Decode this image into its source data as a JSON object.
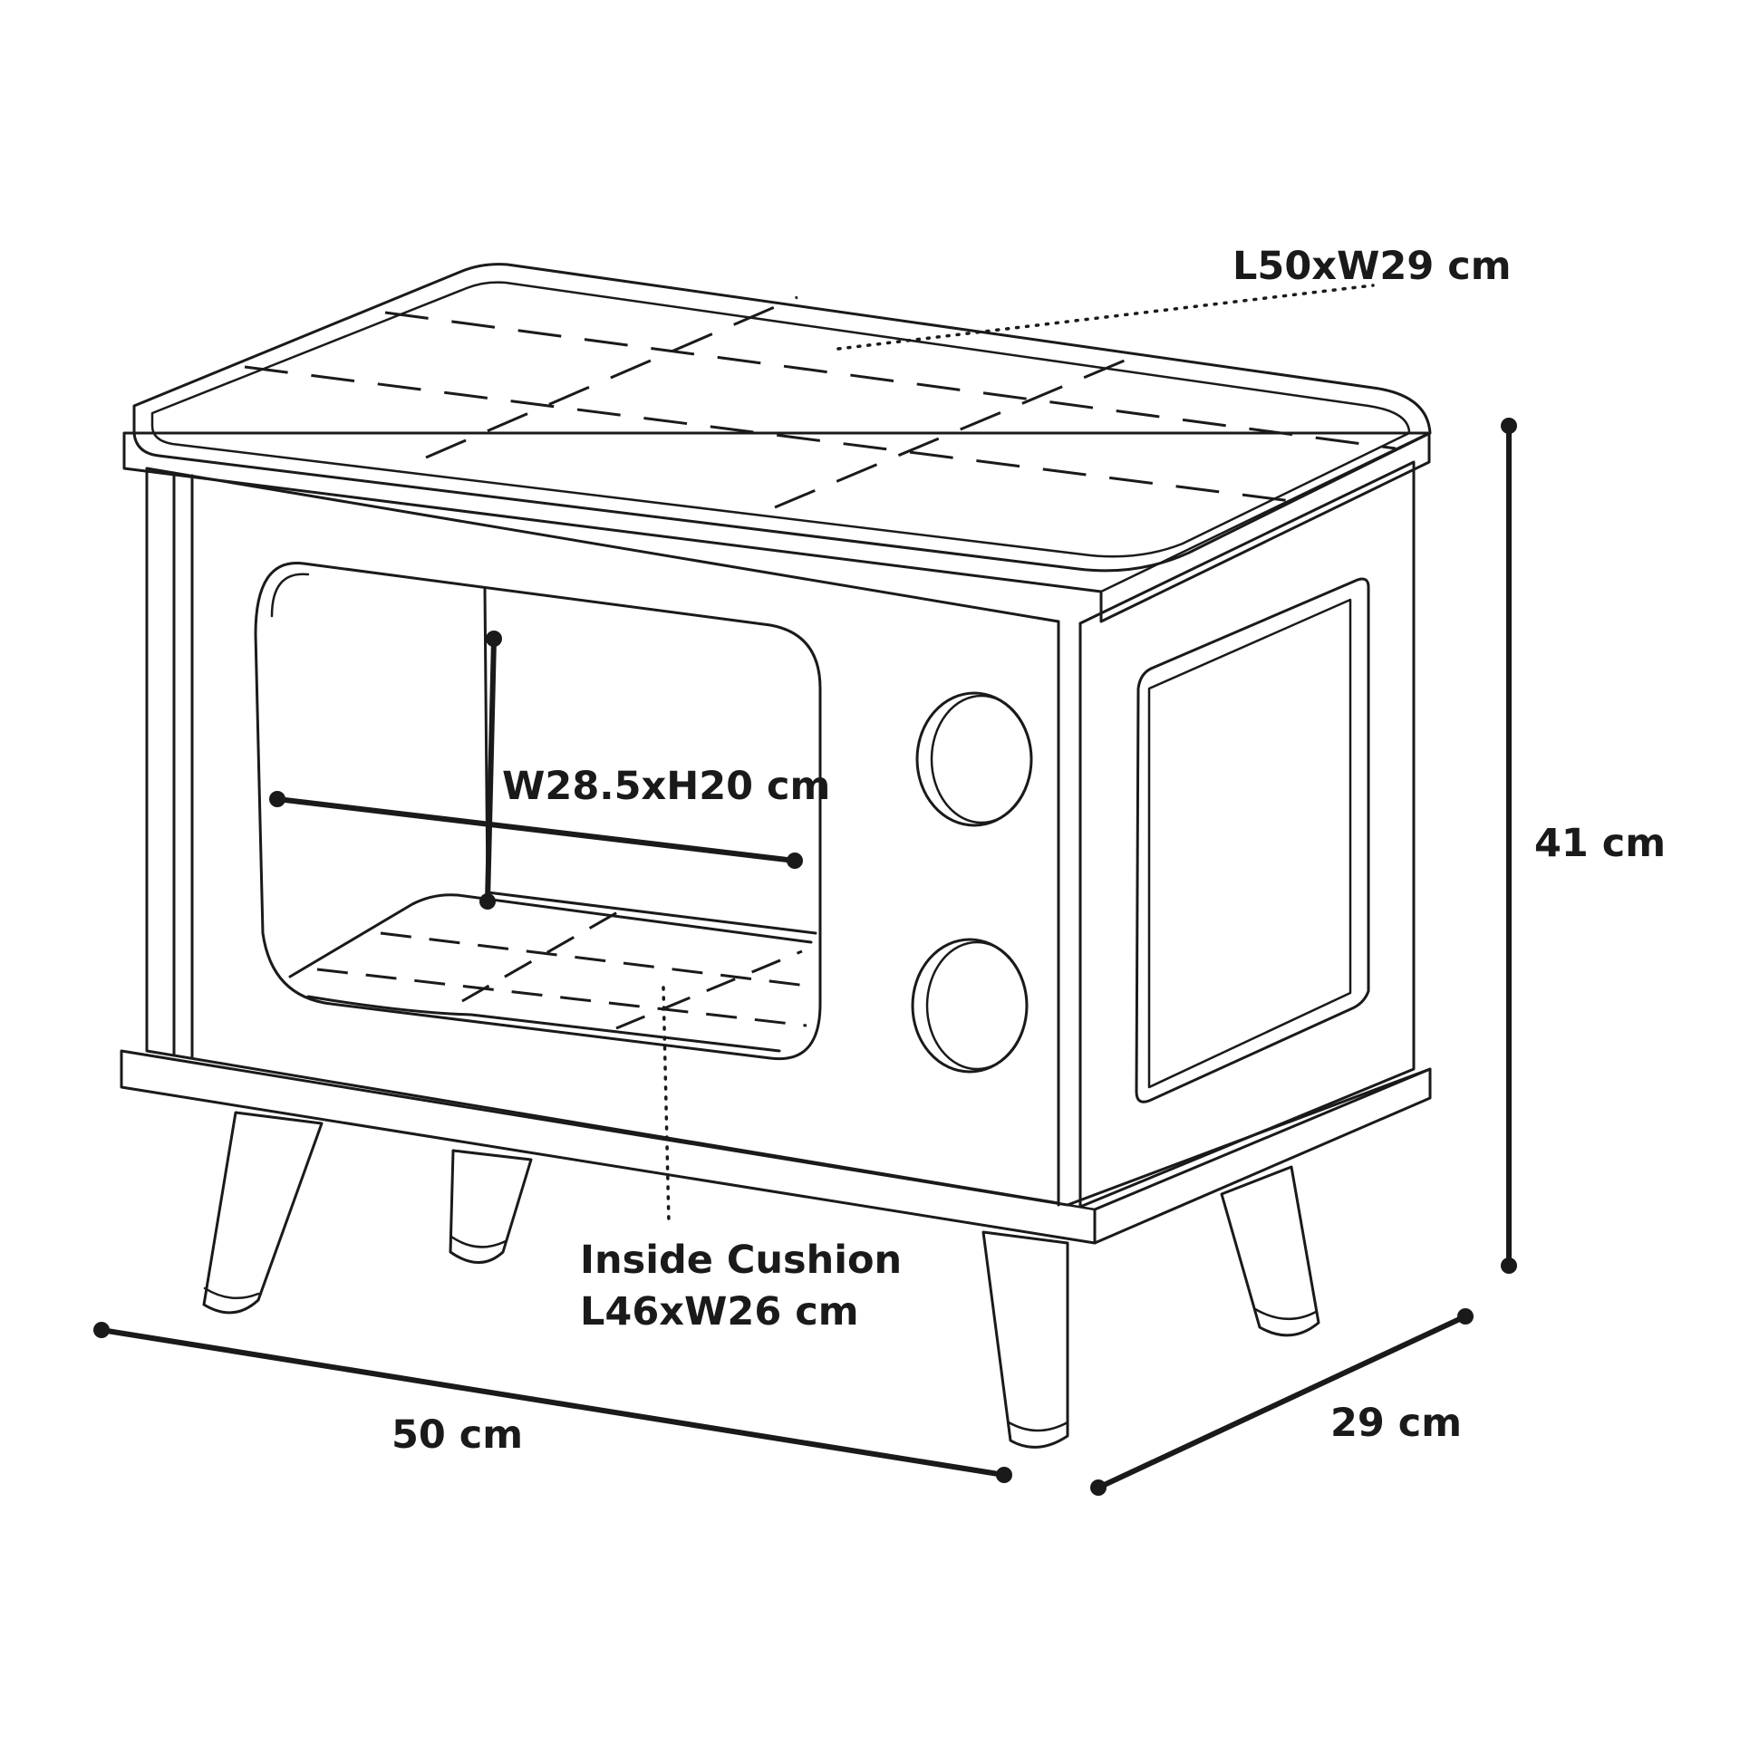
{
  "dimensions": {
    "top_cushion": "L50xW29 cm",
    "opening": "W28.5xH20 cm",
    "inside_cushion_title": "Inside Cushion",
    "inside_cushion_size": "L46xW26 cm",
    "length": "50 cm",
    "depth": "29 cm",
    "height": "41 cm"
  }
}
